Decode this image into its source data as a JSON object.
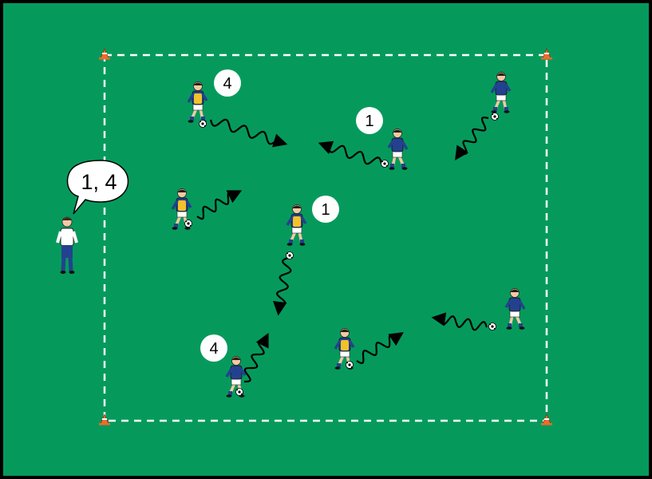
{
  "colors": {
    "pitch": "#059a5c",
    "border": "#000000",
    "boundary_line": "#ffffff",
    "cone": "#f26a2a",
    "blue_shirt": "#24418f",
    "yellow_bib": "#f3c12a",
    "coach_shirt": "#ffffff",
    "coach_pants": "#24418f",
    "dribble_line": "#000000"
  },
  "coach": {
    "speech": "1, 4"
  },
  "labels": [
    {
      "id": "label-top-left",
      "text": "4"
    },
    {
      "id": "label-top-center",
      "text": "1"
    },
    {
      "id": "label-middle",
      "text": "1"
    },
    {
      "id": "label-bottom-left",
      "text": "4"
    }
  ],
  "icons": {
    "cone": "cone-icon",
    "ball": "soccer-ball-icon",
    "player": "player-icon",
    "coach": "coach-icon",
    "speech_bubble": "speech-bubble-icon"
  }
}
